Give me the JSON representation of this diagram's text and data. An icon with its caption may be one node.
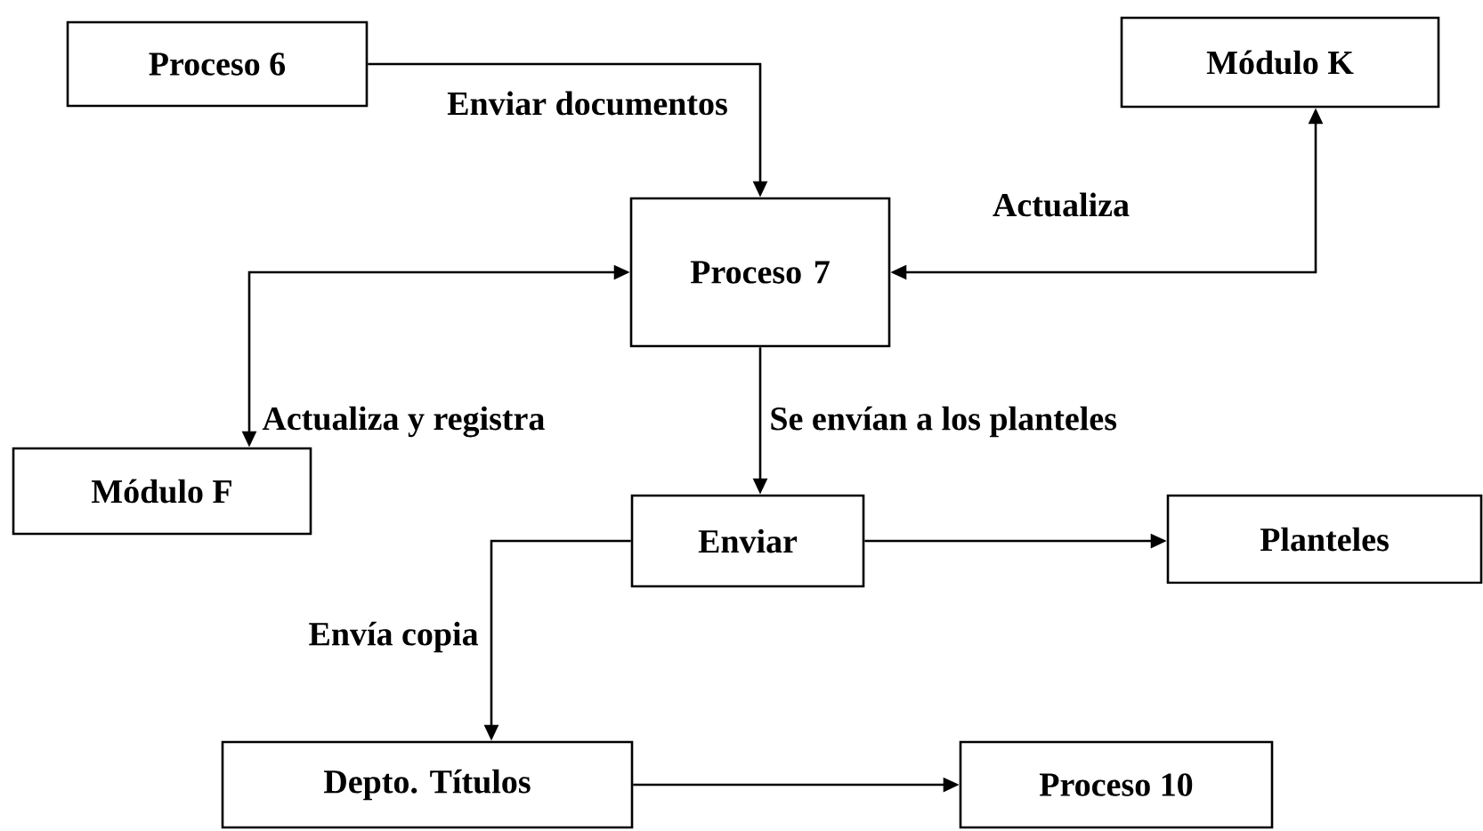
{
  "diagram": {
    "nodes": [
      {
        "text": [
          "Proceso 6"
        ]
      },
      {
        "text": [
          "Módulo K"
        ]
      },
      {
        "text": [
          "Proceso 7"
        ]
      },
      {
        "text": [
          "Módulo F"
        ]
      },
      {
        "text": [
          "Enviar"
        ]
      },
      {
        "text": [
          "Planteles"
        ]
      },
      {
        "text": [
          "Depto. Títulos"
        ]
      },
      {
        "text": [
          "Proceso 10"
        ]
      }
    ],
    "edges": [
      {
        "from": 0,
        "to": 2,
        "arrow": "to",
        "label": "Enviar documentos"
      },
      {
        "from": 3,
        "to": 2,
        "arrow": "both",
        "label": "Actualiza y registra"
      },
      {
        "from": 1,
        "to": 2,
        "arrow": "both",
        "label": "Actualiza"
      },
      {
        "from": 2,
        "to": 4,
        "arrow": "to",
        "label": "Se envían a los planteles"
      },
      {
        "from": 4,
        "to": 5,
        "arrow": "to"
      },
      {
        "from": 4,
        "to": 6,
        "arrow": "to",
        "label": "Envía copia"
      },
      {
        "from": 6,
        "to": 7,
        "arrow": "to"
      }
    ]
  }
}
